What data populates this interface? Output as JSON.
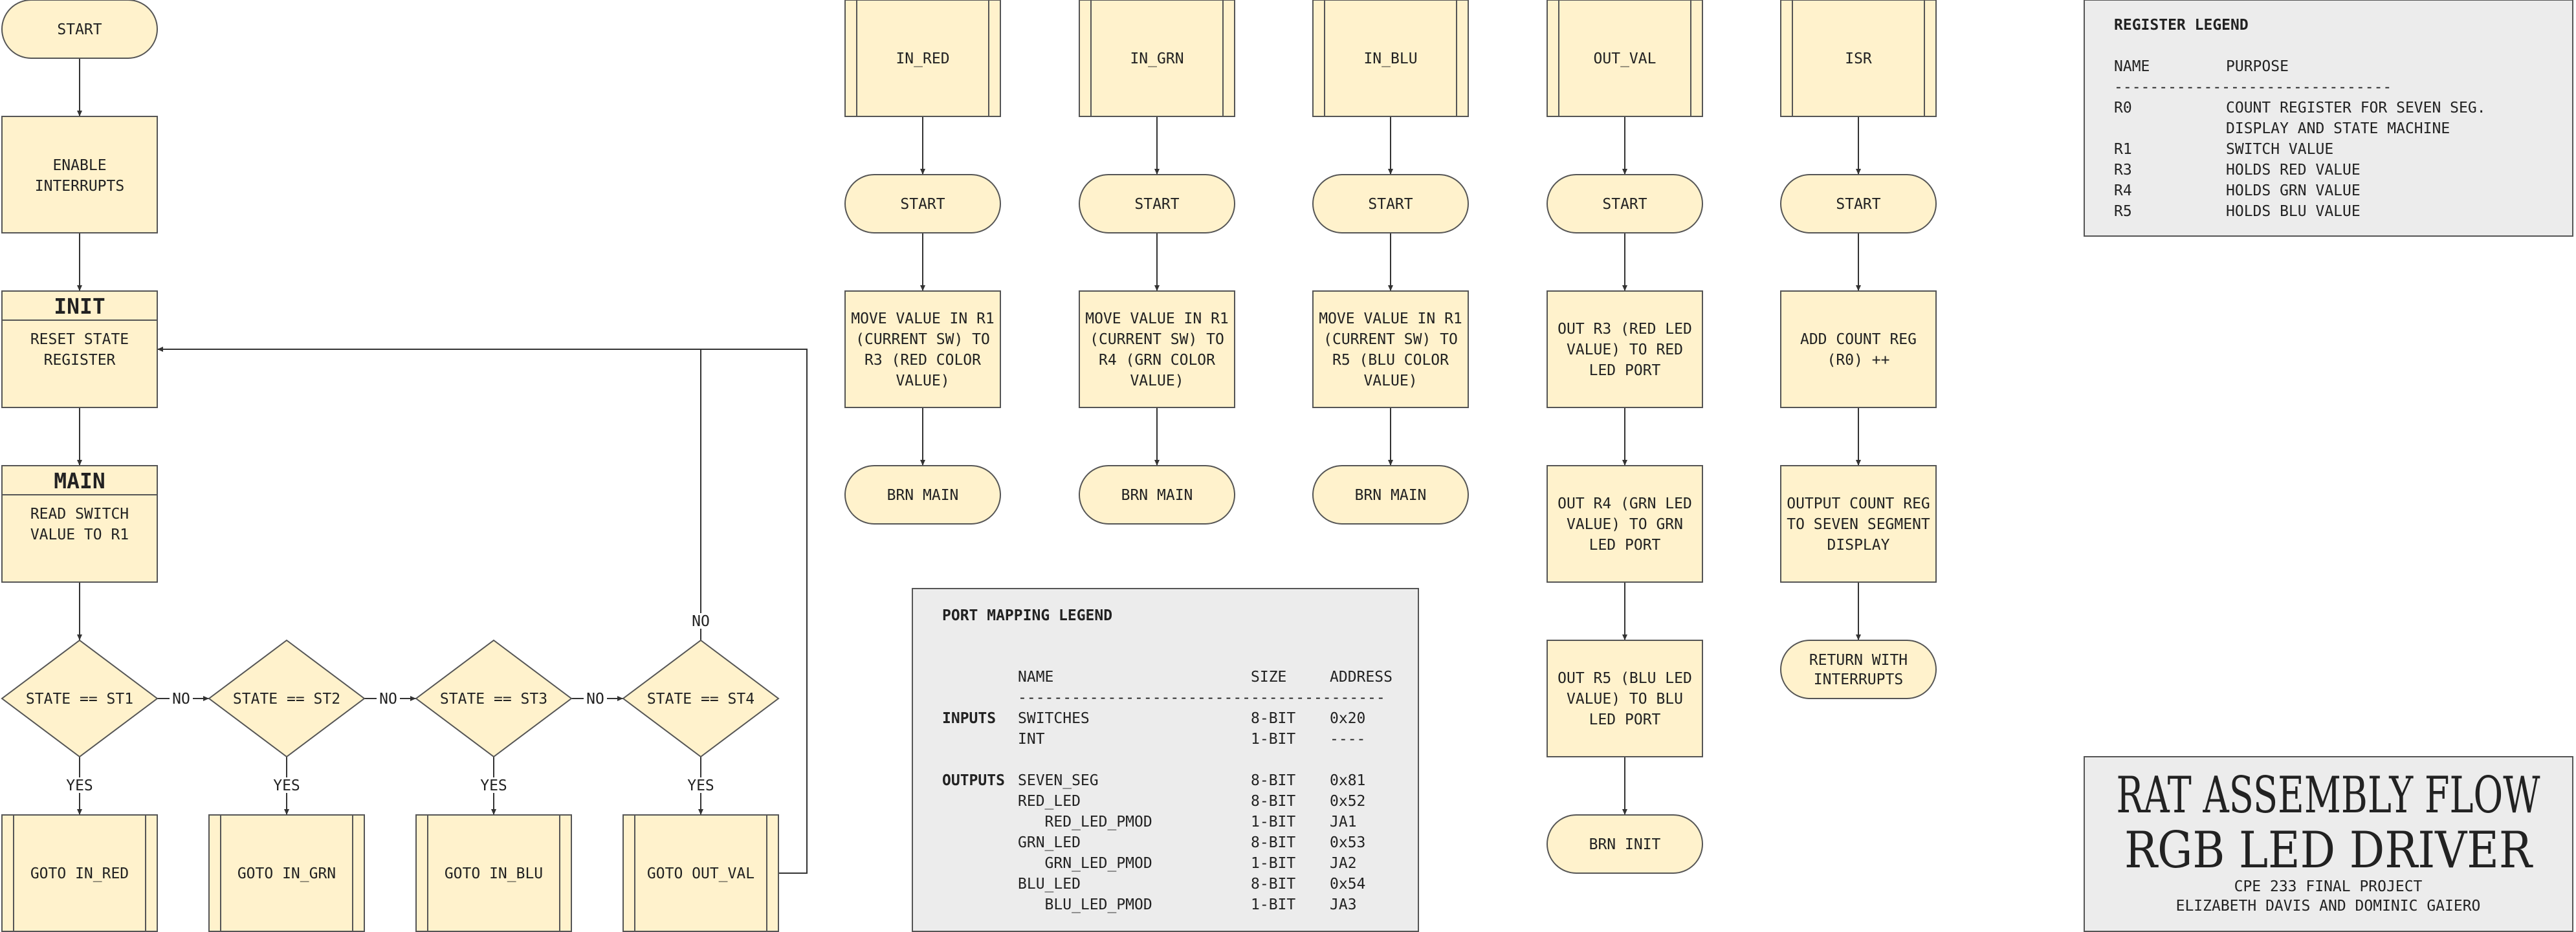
{
  "main_flow": {
    "start": "START",
    "enable_interrupts": [
      "ENABLE",
      "INTERRUPTS"
    ],
    "init": {
      "title": "INIT",
      "lines": [
        "RESET STATE",
        "REGISTER"
      ]
    },
    "main": {
      "title": "MAIN",
      "lines": [
        "READ SWITCH",
        "VALUE TO R1"
      ]
    },
    "decisions": [
      "STATE == ST1",
      "STATE == ST2",
      "STATE == ST3",
      "STATE == ST4"
    ],
    "gotos": [
      "GOTO IN_RED",
      "GOTO IN_GRN",
      "GOTO IN_BLU",
      "GOTO OUT_VAL"
    ],
    "labels": {
      "yes": "YES",
      "no": "NO"
    }
  },
  "subroutines": [
    {
      "name": "IN_RED",
      "start": "START",
      "steps": [
        [
          "MOVE VALUE IN R1",
          "(CURRENT SW) TO",
          "R3 (RED COLOR",
          "VALUE)"
        ]
      ],
      "end": [
        "BRN MAIN"
      ]
    },
    {
      "name": "IN_GRN",
      "start": "START",
      "steps": [
        [
          "MOVE VALUE IN R1",
          "(CURRENT SW) TO",
          "R4 (GRN COLOR",
          "VALUE)"
        ]
      ],
      "end": [
        "BRN MAIN"
      ]
    },
    {
      "name": "IN_BLU",
      "start": "START",
      "steps": [
        [
          "MOVE VALUE IN R1",
          "(CURRENT SW) TO",
          "R5 (BLU COLOR",
          "VALUE)"
        ]
      ],
      "end": [
        "BRN MAIN"
      ]
    },
    {
      "name": "OUT_VAL",
      "start": "START",
      "steps": [
        [
          "OUT R3 (RED LED",
          "VALUE) TO RED",
          "LED PORT"
        ],
        [
          "OUT R4 (GRN LED",
          "VALUE) TO GRN",
          "LED PORT"
        ],
        [
          "OUT R5 (BLU LED",
          "VALUE) TO BLU",
          "LED PORT"
        ]
      ],
      "end": [
        "BRN INIT"
      ]
    },
    {
      "name": "ISR",
      "start": "START",
      "steps": [
        [
          "ADD COUNT REG",
          "(R0) ++"
        ],
        [
          "OUTPUT COUNT REG",
          "TO SEVEN SEGMENT",
          "DISPLAY"
        ]
      ],
      "end": [
        "RETURN WITH",
        "INTERRUPTS"
      ]
    }
  ],
  "register_legend": {
    "title": "REGISTER LEGEND",
    "headers": [
      "NAME",
      "PURPOSE"
    ],
    "divider": "-------------------------------",
    "rows": [
      [
        "R0",
        "COUNT REGISTER FOR SEVEN SEG."
      ],
      [
        "",
        "DISPLAY AND STATE MACHINE"
      ],
      [
        "R1",
        "SWITCH VALUE"
      ],
      [
        "R3",
        "HOLDS RED VALUE"
      ],
      [
        "R4",
        "HOLDS GRN VALUE"
      ],
      [
        "R5",
        "HOLDS BLU VALUE"
      ]
    ]
  },
  "port_legend": {
    "title": "PORT MAPPING LEGEND",
    "headers": [
      "NAME",
      "SIZE",
      "ADDRESS"
    ],
    "divider": "-----------------------------------------",
    "groups": [
      {
        "label": "INPUTS",
        "rows": [
          [
            "SWITCHES",
            "8-BIT",
            "0x20"
          ],
          [
            "INT",
            "1-BIT",
            "----"
          ]
        ]
      },
      {
        "label": "OUTPUTS",
        "rows": [
          [
            "SEVEN_SEG",
            "8-BIT",
            "0x81"
          ],
          [
            "RED_LED",
            "8-BIT",
            "0x52"
          ],
          [
            "   RED_LED_PMOD",
            "1-BIT",
            "JA1"
          ],
          [
            "GRN_LED",
            "8-BIT",
            "0x53"
          ],
          [
            "   GRN_LED_PMOD",
            "1-BIT",
            "JA2"
          ],
          [
            "BLU_LED",
            "8-BIT",
            "0x54"
          ],
          [
            "   BLU_LED_PMOD",
            "1-BIT",
            "JA3"
          ]
        ]
      }
    ]
  },
  "title_block": {
    "line1": "RAT ASSEMBLY FLOW",
    "line2": "RGB LED DRIVER",
    "course": "CPE 233 FINAL PROJECT",
    "authors": "ELIZABETH DAVIS AND DOMINIC GAIERO"
  },
  "colors": {
    "fill": "#fff2cc",
    "stroke": "#555555",
    "legend_fill": "#ececec",
    "line": "#333333",
    "text": "#222222"
  }
}
